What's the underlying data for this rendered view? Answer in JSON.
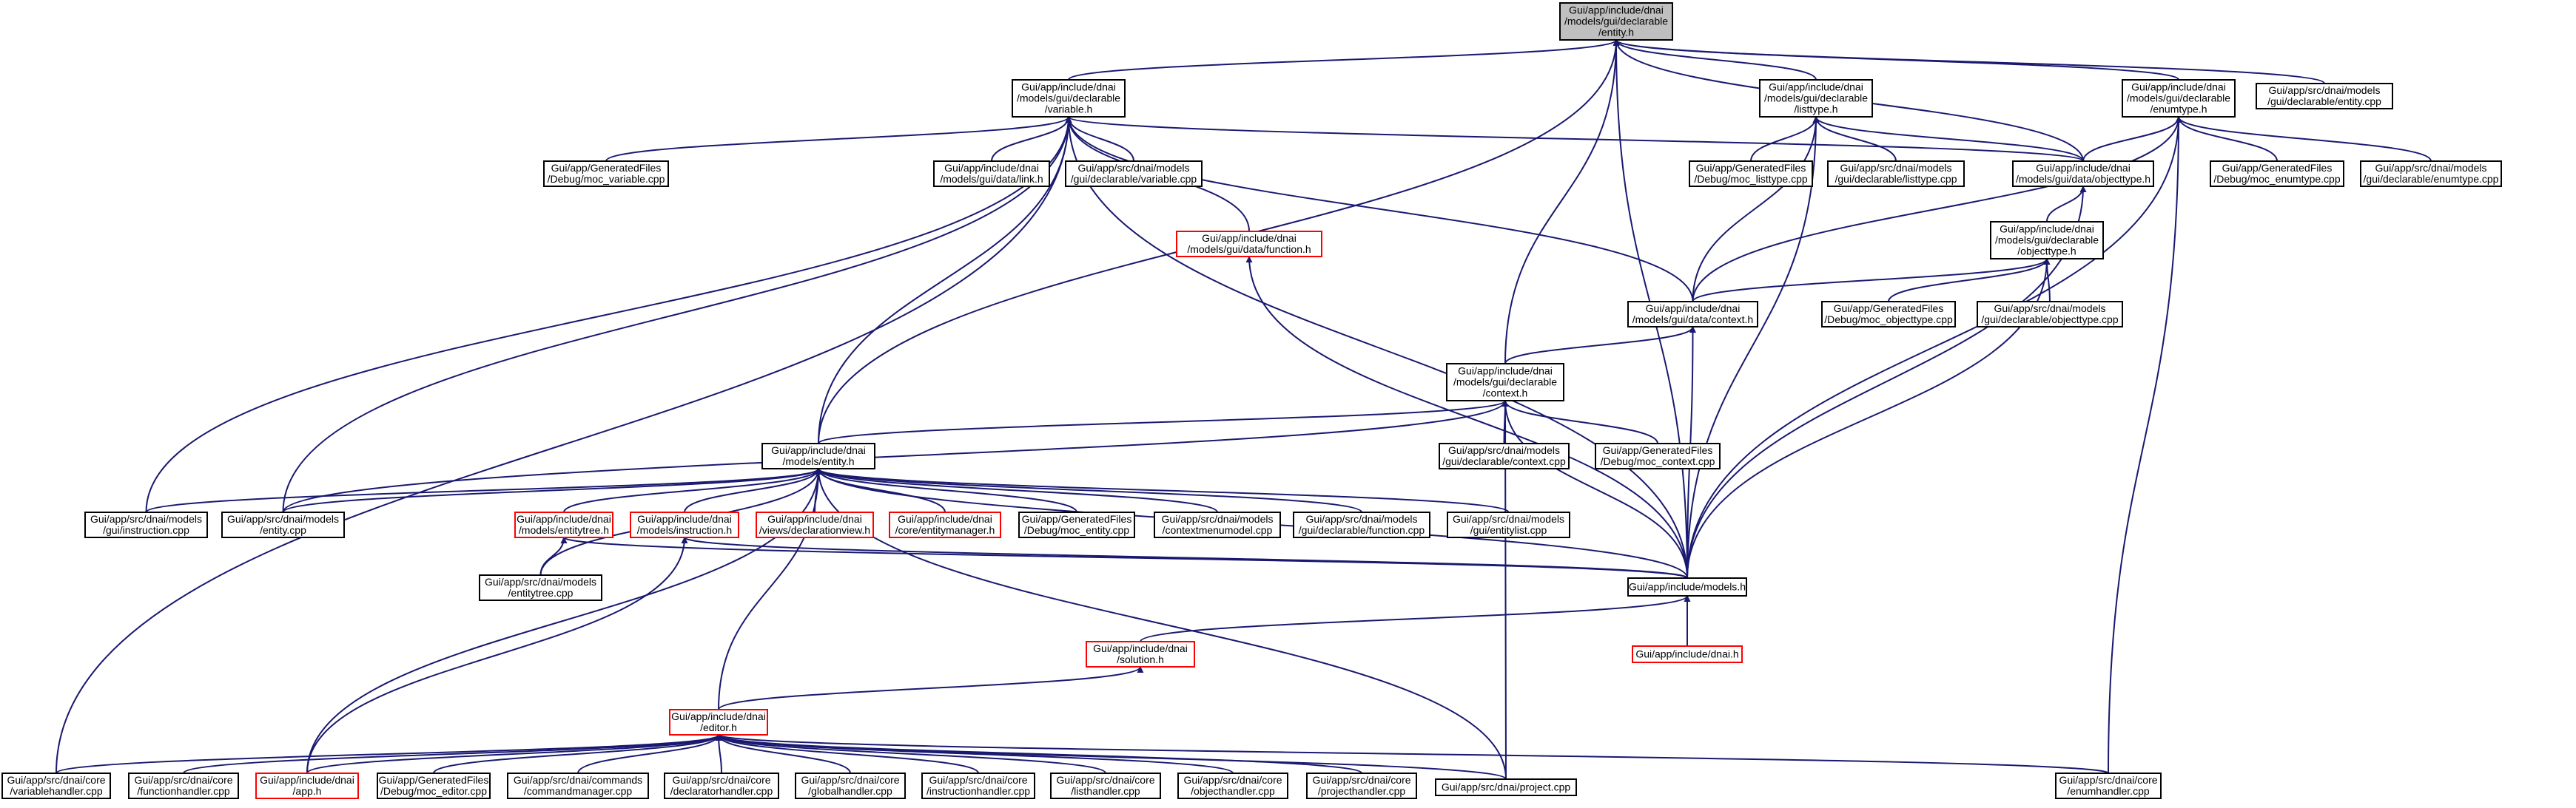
{
  "colors": {
    "edge": "#191970",
    "normal_border": "#000000",
    "incomplete_border": "#ff0000",
    "root_fill": "#bfbfbf",
    "node_fill": "#ffffff",
    "text": "#000000"
  },
  "nodes": [
    {
      "id": "entity_h",
      "lines": [
        "Gui/app/include/dnai",
        "/models/gui/declarable",
        "/entity.h"
      ],
      "style": "root"
    },
    {
      "id": "variable_h",
      "lines": [
        "Gui/app/include/dnai",
        "/models/gui/declarable",
        "/variable.h"
      ],
      "style": "normal"
    },
    {
      "id": "listtype_h",
      "lines": [
        "Gui/app/include/dnai",
        "/models/gui/declarable",
        "/listtype.h"
      ],
      "style": "normal"
    },
    {
      "id": "enumtype_h",
      "lines": [
        "Gui/app/include/dnai",
        "/models/gui/declarable",
        "/enumtype.h"
      ],
      "style": "normal"
    },
    {
      "id": "entity_decl_cpp",
      "lines": [
        "Gui/app/src/dnai/models",
        "/gui/declarable/entity.cpp"
      ],
      "style": "normal"
    },
    {
      "id": "moc_variable",
      "lines": [
        "Gui/app/GeneratedFiles",
        "/Debug/moc_variable.cpp"
      ],
      "style": "normal"
    },
    {
      "id": "link_h",
      "lines": [
        "Gui/app/include/dnai",
        "/models/gui/data/link.h"
      ],
      "style": "normal"
    },
    {
      "id": "variable_cpp",
      "lines": [
        "Gui/app/src/dnai/models",
        "/gui/declarable/variable.cpp"
      ],
      "style": "normal"
    },
    {
      "id": "moc_listtype",
      "lines": [
        "Gui/app/GeneratedFiles",
        "/Debug/moc_listtype.cpp"
      ],
      "style": "normal"
    },
    {
      "id": "listtype_cpp",
      "lines": [
        "Gui/app/src/dnai/models",
        "/gui/declarable/listtype.cpp"
      ],
      "style": "normal"
    },
    {
      "id": "objecttype_data_h",
      "lines": [
        "Gui/app/include/dnai",
        "/models/gui/data/objecttype.h"
      ],
      "style": "normal"
    },
    {
      "id": "moc_enumtype",
      "lines": [
        "Gui/app/GeneratedFiles",
        "/Debug/moc_enumtype.cpp"
      ],
      "style": "normal"
    },
    {
      "id": "enumtype_cpp",
      "lines": [
        "Gui/app/src/dnai/models",
        "/gui/declarable/enumtype.cpp"
      ],
      "style": "normal"
    },
    {
      "id": "function_h",
      "lines": [
        "Gui/app/include/dnai",
        "/models/gui/data/function.h"
      ],
      "style": "incomplete"
    },
    {
      "id": "objecttype_decl_h",
      "lines": [
        "Gui/app/include/dnai",
        "/models/gui/declarable",
        "/objecttype.h"
      ],
      "style": "normal"
    },
    {
      "id": "context_data_h",
      "lines": [
        "Gui/app/include/dnai",
        "/models/gui/data/context.h"
      ],
      "style": "normal"
    },
    {
      "id": "moc_objecttype",
      "lines": [
        "Gui/app/GeneratedFiles",
        "/Debug/moc_objecttype.cpp"
      ],
      "style": "normal"
    },
    {
      "id": "objecttype_cpp",
      "lines": [
        "Gui/app/src/dnai/models",
        "/gui/declarable/objecttype.cpp"
      ],
      "style": "normal"
    },
    {
      "id": "context_decl_h",
      "lines": [
        "Gui/app/include/dnai",
        "/models/gui/declarable",
        "/context.h"
      ],
      "style": "normal"
    },
    {
      "id": "context_cpp",
      "lines": [
        "Gui/app/src/dnai/models",
        "/gui/declarable/context.cpp"
      ],
      "style": "normal"
    },
    {
      "id": "moc_context",
      "lines": [
        "Gui/app/GeneratedFiles",
        "/Debug/moc_context.cpp"
      ],
      "style": "normal"
    },
    {
      "id": "models_entity_h",
      "lines": [
        "Gui/app/include/dnai",
        "/models/entity.h"
      ],
      "style": "normal"
    },
    {
      "id": "instruction_cpp",
      "lines": [
        "Gui/app/src/dnai/models",
        "/gui/instruction.cpp"
      ],
      "style": "normal"
    },
    {
      "id": "entity_cpp",
      "lines": [
        "Gui/app/src/dnai/models",
        "/entity.cpp"
      ],
      "style": "normal"
    },
    {
      "id": "entitytree_h",
      "lines": [
        "Gui/app/include/dnai",
        "/models/entitytree.h"
      ],
      "style": "incomplete"
    },
    {
      "id": "instruction_h",
      "lines": [
        "Gui/app/include/dnai",
        "/models/instruction.h"
      ],
      "style": "incomplete"
    },
    {
      "id": "declarationview_h",
      "lines": [
        "Gui/app/include/dnai",
        "/views/declarationview.h"
      ],
      "style": "incomplete"
    },
    {
      "id": "entitymanager_h",
      "lines": [
        "Gui/app/include/dnai",
        "/core/entitymanager.h"
      ],
      "style": "incomplete"
    },
    {
      "id": "moc_entity",
      "lines": [
        "Gui/app/GeneratedFiles",
        "/Debug/moc_entity.cpp"
      ],
      "style": "normal"
    },
    {
      "id": "contextmenumodel_cpp",
      "lines": [
        "Gui/app/src/dnai/models",
        "/contextmenumodel.cpp"
      ],
      "style": "normal"
    },
    {
      "id": "function_cpp",
      "lines": [
        "Gui/app/src/dnai/models",
        "/gui/declarable/function.cpp"
      ],
      "style": "normal"
    },
    {
      "id": "entitylist_cpp",
      "lines": [
        "Gui/app/src/dnai/models",
        "/gui/entitylist.cpp"
      ],
      "style": "normal"
    },
    {
      "id": "entitytree_cpp",
      "lines": [
        "Gui/app/src/dnai/models",
        "/entitytree.cpp"
      ],
      "style": "normal"
    },
    {
      "id": "models_h",
      "lines": [
        "Gui/app/include/models.h"
      ],
      "style": "normal"
    },
    {
      "id": "solution_h",
      "lines": [
        "Gui/app/include/dnai",
        "/solution.h"
      ],
      "style": "incomplete"
    },
    {
      "id": "dnai_h",
      "lines": [
        "Gui/app/include/dnai.h"
      ],
      "style": "incomplete"
    },
    {
      "id": "editor_h",
      "lines": [
        "Gui/app/include/dnai",
        "/editor.h"
      ],
      "style": "incomplete"
    },
    {
      "id": "variablehandler_cpp",
      "lines": [
        "Gui/app/src/dnai/core",
        "/variablehandler.cpp"
      ],
      "style": "normal"
    },
    {
      "id": "functionhandler_cpp",
      "lines": [
        "Gui/app/src/dnai/core",
        "/functionhandler.cpp"
      ],
      "style": "normal"
    },
    {
      "id": "app_h",
      "lines": [
        "Gui/app/include/dnai",
        "/app.h"
      ],
      "style": "incomplete"
    },
    {
      "id": "moc_editor",
      "lines": [
        "Gui/app/GeneratedFiles",
        "/Debug/moc_editor.cpp"
      ],
      "style": "normal"
    },
    {
      "id": "commandmanager_cpp",
      "lines": [
        "Gui/app/src/dnai/commands",
        "/commandmanager.cpp"
      ],
      "style": "normal"
    },
    {
      "id": "declaratorhandler_cpp",
      "lines": [
        "Gui/app/src/dnai/core",
        "/declaratorhandler.cpp"
      ],
      "style": "normal"
    },
    {
      "id": "globalhandler_cpp",
      "lines": [
        "Gui/app/src/dnai/core",
        "/globalhandler.cpp"
      ],
      "style": "normal"
    },
    {
      "id": "instructionhandler_cpp",
      "lines": [
        "Gui/app/src/dnai/core",
        "/instructionhandler.cpp"
      ],
      "style": "normal"
    },
    {
      "id": "listhandler_cpp",
      "lines": [
        "Gui/app/src/dnai/core",
        "/listhandler.cpp"
      ],
      "style": "normal"
    },
    {
      "id": "objecthandler_cpp",
      "lines": [
        "Gui/app/src/dnai/core",
        "/objecthandler.cpp"
      ],
      "style": "normal"
    },
    {
      "id": "projecthandler_cpp",
      "lines": [
        "Gui/app/src/dnai/core",
        "/projecthandler.cpp"
      ],
      "style": "normal"
    },
    {
      "id": "project_cpp",
      "lines": [
        "Gui/app/src/dnai/project.cpp"
      ],
      "style": "normal"
    },
    {
      "id": "enumhandler_cpp",
      "lines": [
        "Gui/app/src/dnai/core",
        "/enumhandler.cpp"
      ],
      "style": "normal"
    }
  ],
  "edges": [
    [
      "variable_h",
      "entity_h"
    ],
    [
      "listtype_h",
      "entity_h"
    ],
    [
      "enumtype_h",
      "entity_h"
    ],
    [
      "entity_decl_cpp",
      "entity_h"
    ],
    [
      "context_decl_h",
      "entity_h"
    ],
    [
      "models_h",
      "entity_h"
    ],
    [
      "models_entity_h",
      "entity_h"
    ],
    [
      "objecttype_data_h",
      "entity_h"
    ],
    [
      "moc_variable",
      "variable_h"
    ],
    [
      "link_h",
      "variable_h"
    ],
    [
      "variable_cpp",
      "variable_h"
    ],
    [
      "function_h",
      "variable_h"
    ],
    [
      "context_data_h",
      "variable_h"
    ],
    [
      "objecttype_data_h",
      "variable_h"
    ],
    [
      "models_entity_h",
      "variable_h"
    ],
    [
      "instruction_cpp",
      "variable_h"
    ],
    [
      "entity_cpp",
      "variable_h"
    ],
    [
      "variablehandler_cpp",
      "variable_h"
    ],
    [
      "models_h",
      "variable_h"
    ],
    [
      "moc_listtype",
      "listtype_h"
    ],
    [
      "listtype_cpp",
      "listtype_h"
    ],
    [
      "objecttype_data_h",
      "listtype_h"
    ],
    [
      "context_data_h",
      "listtype_h"
    ],
    [
      "models_h",
      "listtype_h"
    ],
    [
      "moc_enumtype",
      "enumtype_h"
    ],
    [
      "enumtype_cpp",
      "enumtype_h"
    ],
    [
      "objecttype_data_h",
      "enumtype_h"
    ],
    [
      "context_data_h",
      "enumtype_h"
    ],
    [
      "models_h",
      "enumtype_h"
    ],
    [
      "enumhandler_cpp",
      "enumtype_h"
    ],
    [
      "objecttype_decl_h",
      "objecttype_data_h"
    ],
    [
      "models_h",
      "objecttype_data_h"
    ],
    [
      "context_data_h",
      "objecttype_decl_h"
    ],
    [
      "moc_objecttype",
      "objecttype_decl_h"
    ],
    [
      "objecttype_cpp",
      "objecttype_decl_h"
    ],
    [
      "models_h",
      "objecttype_decl_h"
    ],
    [
      "context_decl_h",
      "context_data_h"
    ],
    [
      "models_h",
      "context_data_h"
    ],
    [
      "models_h",
      "function_h"
    ],
    [
      "context_cpp",
      "context_decl_h"
    ],
    [
      "moc_context",
      "context_decl_h"
    ],
    [
      "models_entity_h",
      "context_decl_h"
    ],
    [
      "models_h",
      "context_decl_h"
    ],
    [
      "project_cpp",
      "context_decl_h"
    ],
    [
      "entity_cpp",
      "context_decl_h"
    ],
    [
      "instruction_cpp",
      "models_entity_h"
    ],
    [
      "entity_cpp",
      "models_entity_h"
    ],
    [
      "entitytree_h",
      "models_entity_h"
    ],
    [
      "instruction_h",
      "models_entity_h"
    ],
    [
      "declarationview_h",
      "models_entity_h"
    ],
    [
      "entitymanager_h",
      "models_entity_h"
    ],
    [
      "moc_entity",
      "models_entity_h"
    ],
    [
      "contextmenumodel_cpp",
      "models_entity_h"
    ],
    [
      "function_cpp",
      "models_entity_h"
    ],
    [
      "entitylist_cpp",
      "models_entity_h"
    ],
    [
      "entitytree_cpp",
      "models_entity_h"
    ],
    [
      "models_h",
      "models_entity_h"
    ],
    [
      "editor_h",
      "models_entity_h"
    ],
    [
      "project_cpp",
      "models_entity_h"
    ],
    [
      "app_h",
      "models_entity_h"
    ],
    [
      "entitytree_cpp",
      "entitytree_h"
    ],
    [
      "models_h",
      "entitytree_h"
    ],
    [
      "app_h",
      "instruction_h"
    ],
    [
      "models_h",
      "instruction_h"
    ],
    [
      "solution_h",
      "models_h"
    ],
    [
      "dnai_h",
      "models_h"
    ],
    [
      "editor_h",
      "solution_h"
    ],
    [
      "variablehandler_cpp",
      "editor_h"
    ],
    [
      "functionhandler_cpp",
      "editor_h"
    ],
    [
      "app_h",
      "editor_h"
    ],
    [
      "moc_editor",
      "editor_h"
    ],
    [
      "commandmanager_cpp",
      "editor_h"
    ],
    [
      "declaratorhandler_cpp",
      "editor_h"
    ],
    [
      "globalhandler_cpp",
      "editor_h"
    ],
    [
      "instructionhandler_cpp",
      "editor_h"
    ],
    [
      "listhandler_cpp",
      "editor_h"
    ],
    [
      "objecthandler_cpp",
      "editor_h"
    ],
    [
      "projecthandler_cpp",
      "editor_h"
    ],
    [
      "project_cpp",
      "editor_h"
    ],
    [
      "enumhandler_cpp",
      "editor_h"
    ]
  ]
}
